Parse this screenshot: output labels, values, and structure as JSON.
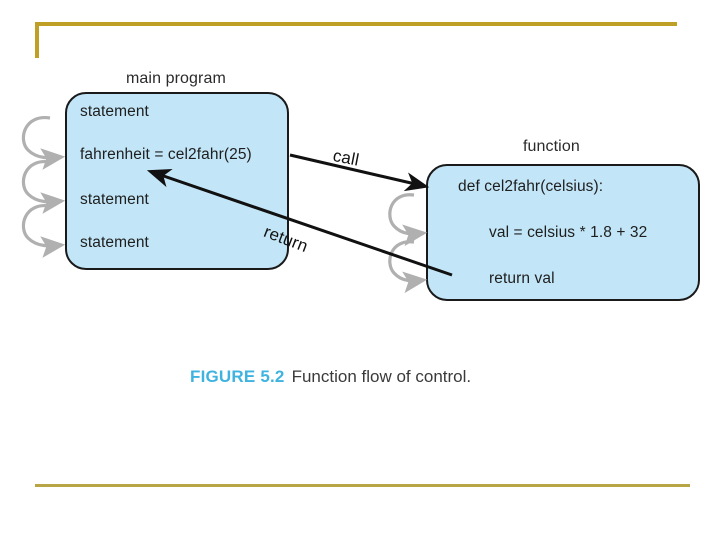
{
  "figure": {
    "number_label": "FIGURE 5.2",
    "caption_text": "Function flow of control.",
    "number_color": "#3fb3e0",
    "caption_color": "#3a3a3a"
  },
  "decoration": {
    "rule_color_top": "#bf9f26",
    "rule_color_bottom": "#b8a646"
  },
  "diagram": {
    "type": "flow-of-control",
    "box_fill": "#c2e6f7",
    "box_stroke": "#1a1a1a",
    "loop_arrow_color": "#b0b0b0",
    "call_arrow_color": "#111111",
    "boxes": [
      {
        "id": "main-program",
        "caption": "main program",
        "lines": [
          "statement",
          "fahrenheit = cel2fahr(25)",
          "statement",
          "statement"
        ]
      },
      {
        "id": "function",
        "caption": "function",
        "lines": [
          "def cel2fahr(celsius):",
          "val = celsius * 1.8 + 32",
          "return val"
        ]
      }
    ],
    "arrows": [
      {
        "id": "call-arrow",
        "label": "call",
        "from": "main-program",
        "to": "function"
      },
      {
        "id": "return-arrow",
        "label": "return",
        "from": "function",
        "to": "main-program"
      }
    ],
    "sequence_loop_count_main": 3,
    "sequence_loop_count_function": 2
  }
}
